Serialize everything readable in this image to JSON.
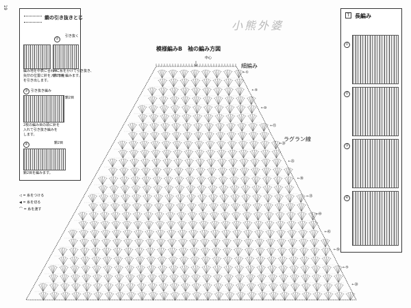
{
  "page_number": "19",
  "watermark": "小熊外婆",
  "main_title": "模様編みB　袖の編み方図",
  "center_label": "中心",
  "hosoami_label": "細編み",
  "raglan_label": "ラグラン線",
  "row_labels": [
    "①",
    "⑤",
    "⑩",
    "⑮",
    "⑳",
    "㉕",
    "㉚",
    "㉟",
    "㊵",
    "㊺",
    "㊿",
    "⑤",
    "⑳"
  ],
  "left_box": {
    "title": "鎖の引き抜きとじ",
    "step1_label": "①",
    "step2_label": "②",
    "step2_note": "引き抜く",
    "step3_label": "③",
    "step3_note": "引き抜き編み",
    "step3_note2": "鎖2目",
    "step4_label": "④",
    "step4_note": "鎖2目",
    "caption1a": "編み地を中表に合わせ、",
    "caption1b": "矢印の位置に針を入れて糸",
    "caption1c": "を引き出します。",
    "caption2a": "針に糸をかけて引き抜き、",
    "caption2b": "鎖2目を編みます。",
    "caption3a": "2枚の編み目の頭に針を",
    "caption3b": "入れて引き抜き編みを",
    "caption3c": "します。",
    "caption4": "鎖2目を編みます。"
  },
  "right_box": {
    "title": "長編み",
    "steps": [
      "①",
      "②",
      "③",
      "④"
    ]
  },
  "legend": {
    "item1": "= 糸をつける",
    "item2": "= 糸を切る",
    "item3": "= 糸を渡す"
  }
}
